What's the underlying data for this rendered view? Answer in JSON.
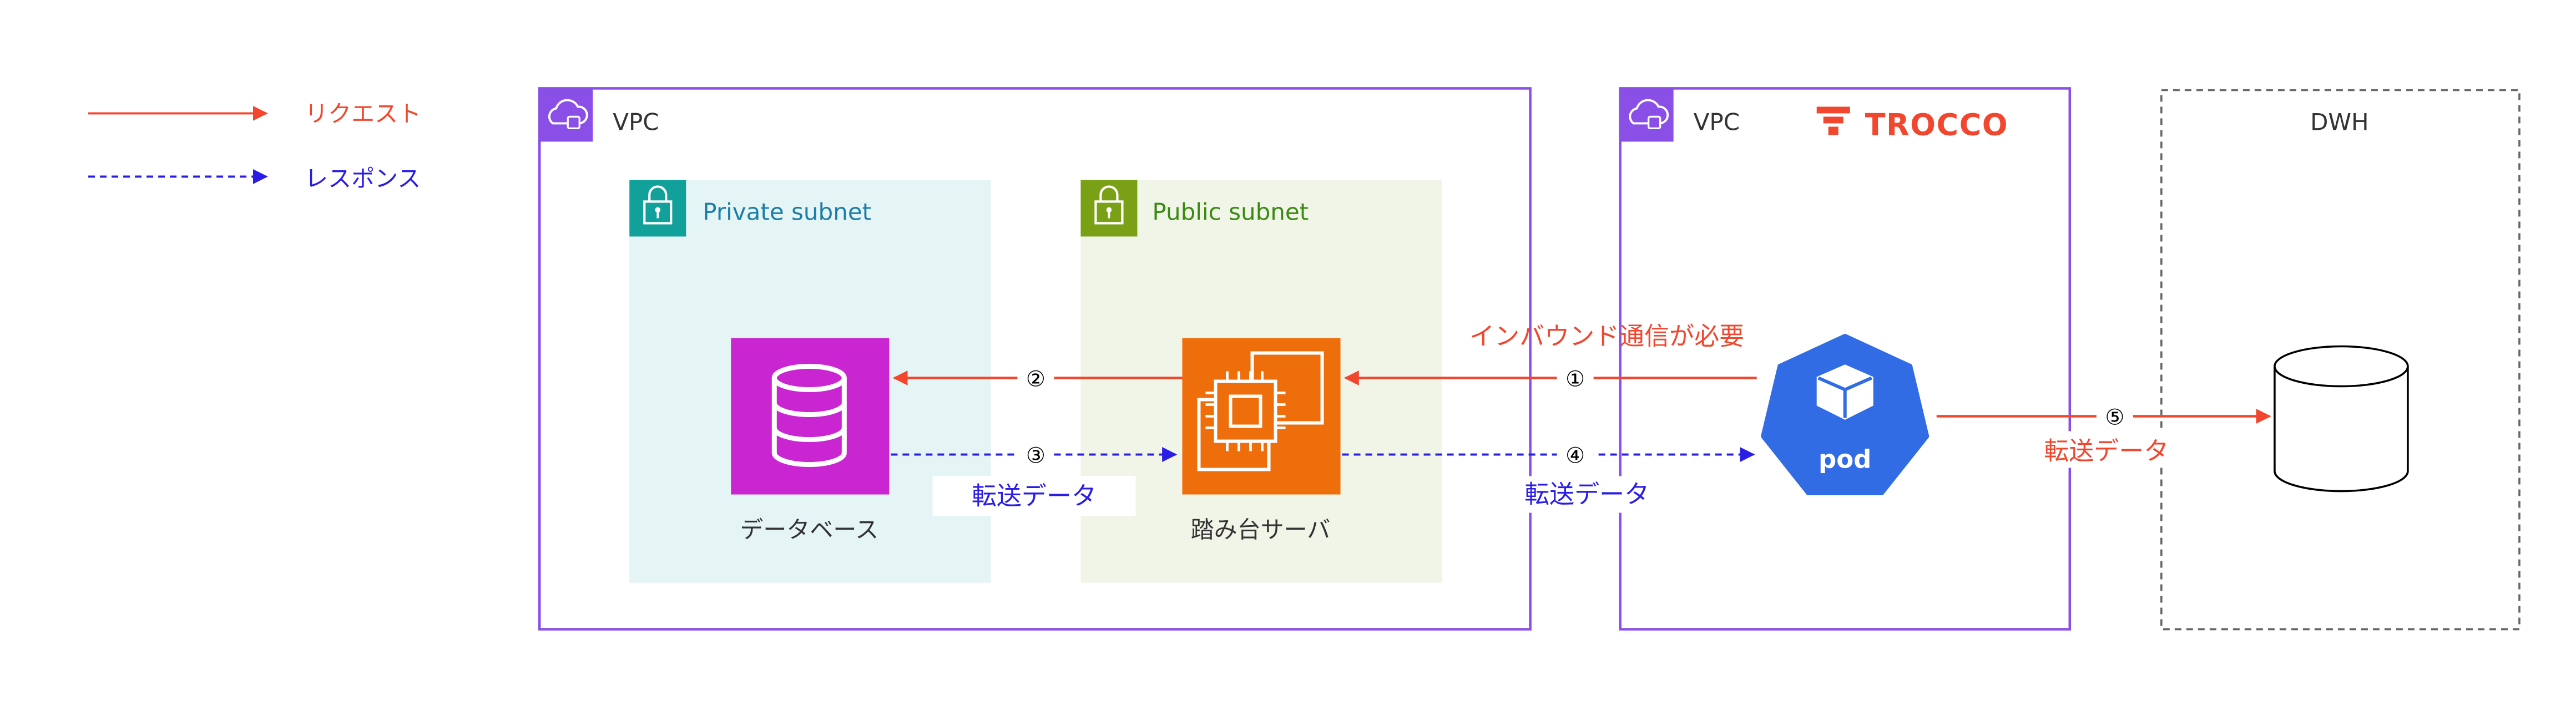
{
  "legend": {
    "request_label": "リクエスト",
    "response_label": "レスポンス"
  },
  "customer_vpc": {
    "label": "VPC"
  },
  "private_subnet": {
    "label": "Private subnet"
  },
  "public_subnet": {
    "label": "Public subnet"
  },
  "database": {
    "label": "データベース"
  },
  "bastion": {
    "label": "踏み台サーバ"
  },
  "trocco_vpc": {
    "label": "VPC",
    "brand": "TROCCO"
  },
  "pod": {
    "label": "pod"
  },
  "dwh": {
    "label": "DWH"
  },
  "flows": {
    "step1": "①",
    "step2": "②",
    "step3": "③",
    "step4": "④",
    "step5": "⑤",
    "inbound_note": "インバウンド通信が必要",
    "transfer_label_3": "転送データ",
    "transfer_label_4": "転送データ",
    "transfer_label_5": "転送データ"
  },
  "colors": {
    "request": "#f2472f",
    "response": "#2a1ee6",
    "vpc_border": "#8a4fe6",
    "private_bg": "#e5f4f4",
    "private_icon": "#12a19a",
    "private_text": "#1a7ea8",
    "public_bg": "#f1f5e8",
    "public_icon": "#7aa116",
    "public_text": "#3b8a12",
    "database": "#c925d1",
    "ec2": "#ee6e0b",
    "pod": "#326ce5",
    "trocco": "#f2472f"
  }
}
